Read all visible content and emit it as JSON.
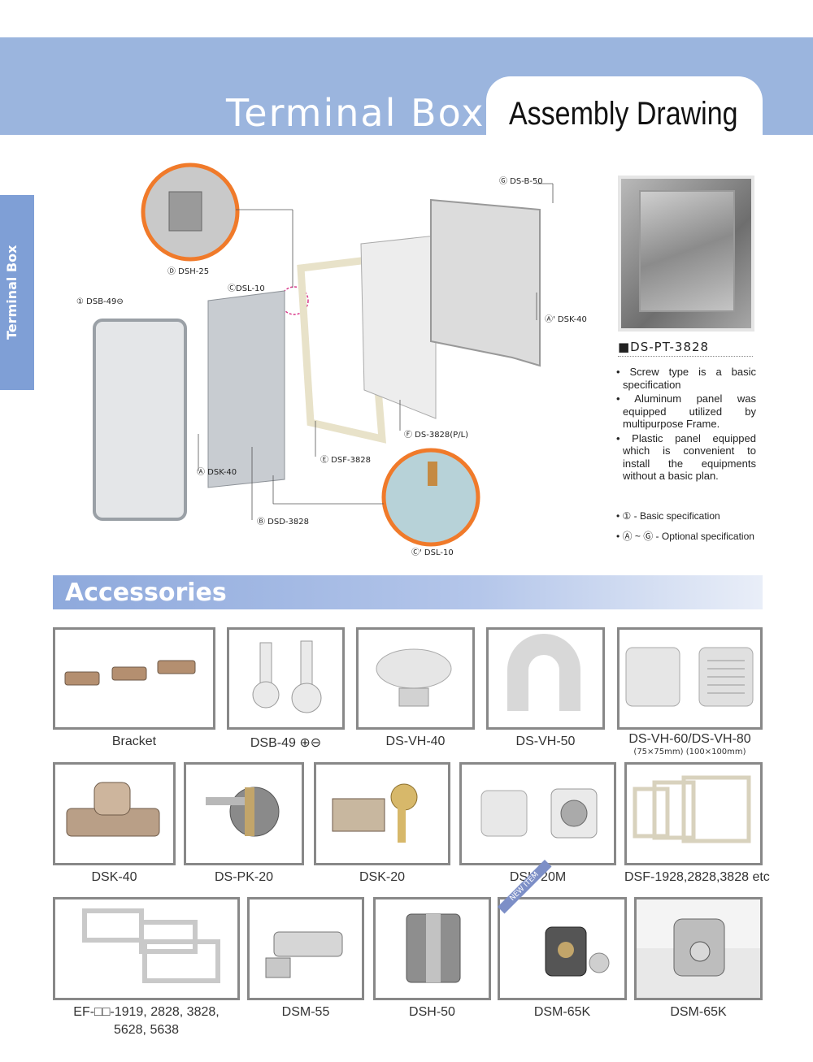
{
  "header": {
    "title": "Terminal Box",
    "subtitle": "Assembly Drawing"
  },
  "side_tab": {
    "label": "Terminal Box"
  },
  "diagram": {
    "callouts": {
      "dsh25": "Ⓓ DSH-25",
      "dsb49": "① DSB-49⊖",
      "dsl10": "ⒸDSL-10",
      "dsb50": "Ⓖ DS-B-50",
      "dsk40b": "Ⓐ' DSK-40",
      "dsk40a": "Ⓐ DSK-40",
      "ds3828": "Ⓕ DS-3828(P/L)",
      "dsf3828": "Ⓔ DSF-3828",
      "dsd3828": "Ⓑ DSD-3828",
      "dsl10b": "Ⓒ' DSL-10"
    }
  },
  "product": {
    "model": "■DS-PT-3828",
    "specs": [
      "• Screw type is a basic specification",
      "• Aluminum panel was equipped utilized by multipurpose Frame.",
      "• Plastic panel equipped which is convenient to install the equipments without a basic plan."
    ],
    "notes": [
      "• ①        - Basic specification",
      "• Ⓐ ~ Ⓖ - Optional specification"
    ]
  },
  "accessories": {
    "title": "Accessories",
    "items": [
      {
        "label": "Bracket"
      },
      {
        "label": "DSB-49 ⊕⊖"
      },
      {
        "label": "DS-VH-40"
      },
      {
        "label": "DS-VH-50"
      },
      {
        "label": "DS-VH-60/DS-VH-80",
        "sublabel": "(75×75mm)  (100×100mm)"
      },
      {
        "label": "DSK-40"
      },
      {
        "label": "DS-PK-20"
      },
      {
        "label": "DSK-20"
      },
      {
        "label": "DSK-20M"
      },
      {
        "label": "DSF-1928,2828,3828 etc"
      },
      {
        "label": "EF-□□-1919, 2828, 3828,",
        "label2": "5628, 5638"
      },
      {
        "label": "DSM-55"
      },
      {
        "label": "DSH-50"
      },
      {
        "label": "DSM-65K",
        "badge": "NEW ITEM"
      },
      {
        "label": "DSM-65K"
      }
    ]
  }
}
